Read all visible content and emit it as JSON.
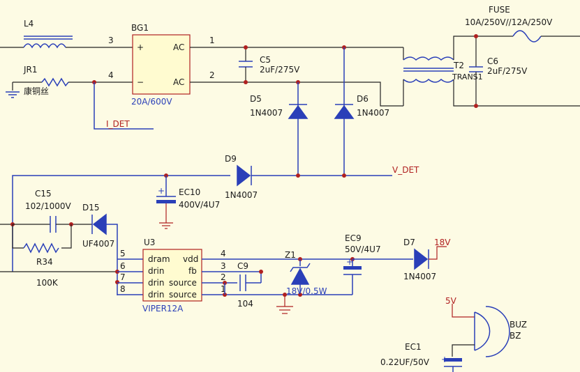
{
  "components": {
    "L4": {
      "ref": "L4"
    },
    "JR1": {
      "ref": "JR1",
      "value": "康铜丝"
    },
    "BG1": {
      "ref": "BG1",
      "value": "20A/600V",
      "pin_plus": "+",
      "pin_minus": "−",
      "pin_ac1": "AC",
      "pin_ac2": "AC",
      "pin3": "3",
      "pin4": "4",
      "pin1": "1",
      "pin2": "2"
    },
    "C5": {
      "ref": "C5",
      "value": "2uF/275V"
    },
    "D5": {
      "ref": "D5",
      "value": "1N4007"
    },
    "D6": {
      "ref": "D6",
      "value": "1N4007"
    },
    "FUSE": {
      "ref": "FUSE",
      "value": "10A/250V//12A/250V"
    },
    "T2": {
      "ref": "T2",
      "value": "TRANS1"
    },
    "C6": {
      "ref": "C6",
      "value": "2uF/275V"
    },
    "D9": {
      "ref": "D9",
      "value": "1N4007"
    },
    "EC10": {
      "ref": "EC10",
      "value": "400V/4U7"
    },
    "C15": {
      "ref": "C15",
      "value": "102/1000V"
    },
    "D15": {
      "ref": "D15",
      "value": "UF4007"
    },
    "R34": {
      "ref": "R34",
      "value": "100K"
    },
    "U3": {
      "ref": "U3",
      "value": "VIPER12A",
      "pins_left": [
        {
          "num": "5",
          "name": "dram"
        },
        {
          "num": "6",
          "name": "drin"
        },
        {
          "num": "7",
          "name": "drin"
        },
        {
          "num": "8",
          "name": "drin"
        }
      ],
      "pins_right": [
        {
          "num": "4",
          "name": "vdd"
        },
        {
          "num": "3",
          "name": "fb"
        },
        {
          "num": "2",
          "name": "source"
        },
        {
          "num": "1",
          "name": "source"
        }
      ]
    },
    "C9": {
      "ref": "C9",
      "value": "104"
    },
    "Z1": {
      "ref": "Z1",
      "value": "18V/0.5W"
    },
    "EC9": {
      "ref": "EC9",
      "value": "50V/4U7"
    },
    "D7": {
      "ref": "D7",
      "value": "1N4007"
    },
    "BUZ": {
      "ref": "BUZ",
      "value": "BZ"
    },
    "EC1": {
      "ref": "EC1",
      "value": "0.22UF/50V"
    }
  },
  "nets": {
    "i_det": "I_DET",
    "v_det": "V_DET",
    "v18": "18V",
    "v5": "5V"
  },
  "colors": {
    "background": "#fdfbe4",
    "wire": "#2a3fb8",
    "junction": "#b02020",
    "label": "#1a1a1a"
  }
}
